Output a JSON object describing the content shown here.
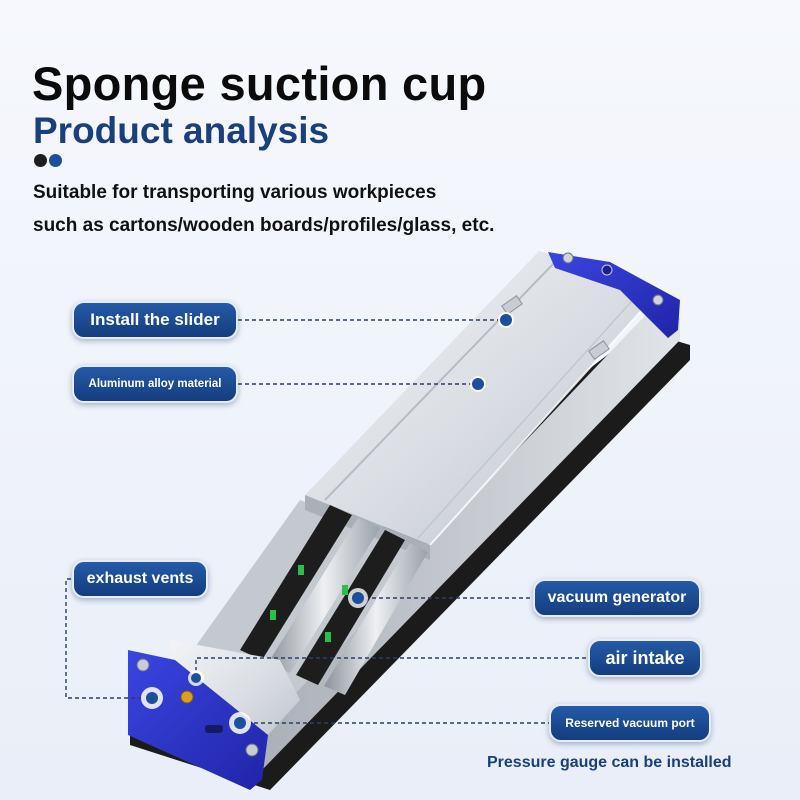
{
  "header": {
    "title": "Sponge suction cup",
    "subtitle": "Product analysis"
  },
  "description": {
    "line1": "Suitable for transporting various workpieces",
    "line2": "such as cartons/wooden boards/profiles/glass, etc."
  },
  "callouts": {
    "install_slider": "Install the slider",
    "aluminum_alloy": "Aluminum alloy material",
    "exhaust_vents": "exhaust vents",
    "vacuum_generator": "vacuum generator",
    "air_intake": "air intake",
    "reserved_port": "Reserved vacuum port"
  },
  "footer_note": "Pressure gauge can be installed",
  "colors": {
    "accent_navy": "#1a3f7f",
    "pill_blue": "#1d4f9c",
    "endcap_blue": "#2a2fc4",
    "aluminum": "#d9dde3",
    "sponge": "#1b1b1b"
  }
}
